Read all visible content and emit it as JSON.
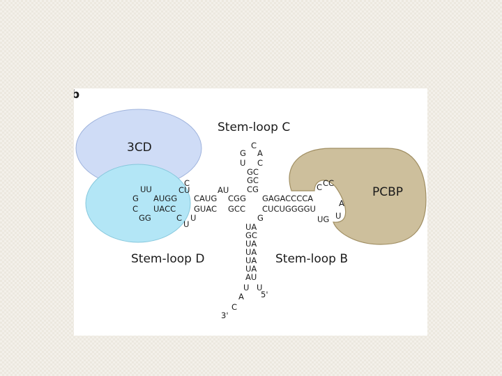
{
  "figure": {
    "panel_mark": "b",
    "labels": {
      "stem_loop_c": "Stem-loop C",
      "stem_loop_d": "Stem-loop D",
      "stem_loop_b": "Stem-loop B",
      "protein_3cd": "3CD",
      "protein_pcbp": "PCBP"
    },
    "colors": {
      "ellipse_3cd": "#cfdcf6",
      "ellipse_stem_loop_d": "#b3e6f6",
      "pcbp_shape": "#cdbf9c"
    },
    "sequence": {
      "top_loop_1": "C",
      "top_loop_2": "G",
      "top_loop_3": "A",
      "stem_c_row1_left": "U",
      "stem_c_row1_right": "C",
      "stem_c_row2": "GC",
      "stem_c_row3": "GC",
      "d_upper_loop": "UU",
      "d_upper_bulge": "C",
      "d_upper_bulge2": "CU",
      "d_upper_au": "AU",
      "d_left_g": "G",
      "d_top_strand": "AUGG",
      "d_mid_top": "CAUG",
      "c_cg": "CGG",
      "c_cg_top": "CG",
      "b_top_strand": "GAGACCCCA",
      "b_cc": "CC",
      "b_c2": "C",
      "b_a": "A",
      "d_left_c": "C",
      "d_bottom_strand": "UACC",
      "d_mid_bottom": "GUAC",
      "c_gcc": "GCC",
      "b_bottom_strand": "CUCUGGGGU",
      "b_u": "U",
      "b_ug": "UG",
      "d_gg": "GG",
      "d_lower_c": "C",
      "d_lower_u1": "U",
      "d_lower_u2": "U",
      "b_g": "G",
      "stem_a_rows": [
        "UA",
        "GC",
        "UA",
        "UA",
        "UA",
        "UA",
        "AU"
      ],
      "tail_u_left": "U",
      "tail_u_right": "U",
      "tail_a": "A",
      "five_prime": "5'",
      "tail_c": "C",
      "three_prime": "3'"
    }
  }
}
